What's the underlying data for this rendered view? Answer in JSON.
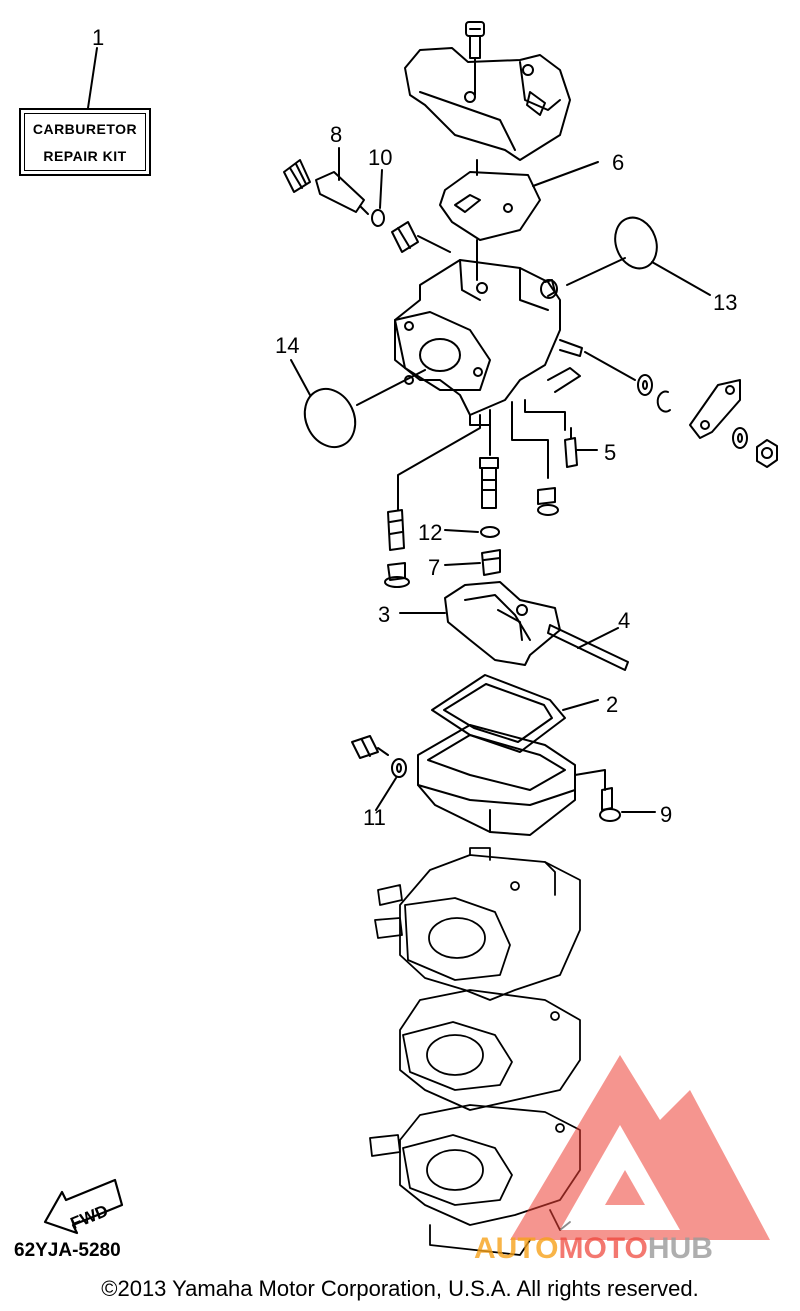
{
  "kit_label": {
    "line1": "CARBURETOR",
    "line2": "REPAIR KIT"
  },
  "callouts": [
    "1",
    "2",
    "3",
    "4",
    "5",
    "6",
    "7",
    "8",
    "9",
    "10",
    "11",
    "12",
    "13",
    "14"
  ],
  "fwd_label": "FWD",
  "diagram_code": "62YJA-5280",
  "watermark": {
    "part1": "AUTO",
    "part2": "MOTO",
    "part3": "HUB"
  },
  "copyright": "©2013 Yamaha Motor Corporation, U.S.A. All rights reserved.",
  "colors": {
    "ink": "#000000",
    "watermark_red": "#ee4035",
    "watermark_orange": "#f7a21b",
    "watermark_gray": "#9a9a9a"
  }
}
